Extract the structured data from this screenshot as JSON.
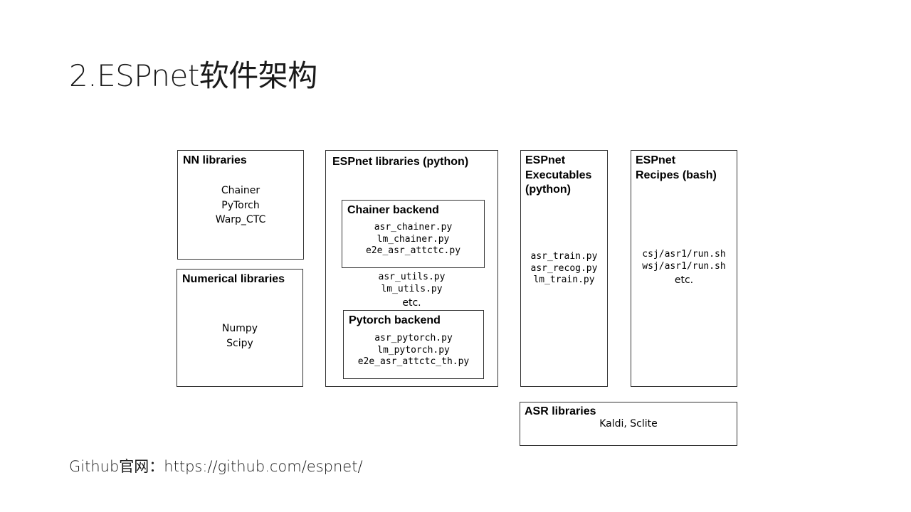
{
  "title": "2.ESPnet软件架构",
  "diagram": {
    "nn_libraries": {
      "title": "NN libraries",
      "items": [
        "Chainer",
        "PyTorch",
        "Warp_CTC"
      ]
    },
    "numerical_libraries": {
      "title": "Numerical libraries",
      "items": [
        "Numpy",
        "Scipy"
      ]
    },
    "espnet_libraries": {
      "title": "ESPnet libraries (python)",
      "chainer_backend": {
        "title": "Chainer backend",
        "items": [
          "asr_chainer.py",
          "lm_chainer.py",
          "e2e_asr_attctc.py"
        ]
      },
      "shared_items": [
        "asr_utils.py",
        "lm_utils.py"
      ],
      "shared_etc": "etc.",
      "pytorch_backend": {
        "title": "Pytorch backend",
        "items": [
          "asr_pytorch.py",
          "lm_pytorch.py",
          "e2e_asr_attctc_th.py"
        ]
      }
    },
    "espnet_executables": {
      "title": "ESPnet\nExecutables\n(python)",
      "items": [
        "asr_train.py",
        "asr_recog.py",
        "lm_train.py"
      ]
    },
    "espnet_recipes": {
      "title": "ESPnet\nRecipes (bash)",
      "items": [
        "csj/asr1/run.sh",
        "wsj/asr1/run.sh"
      ],
      "etc": "etc."
    },
    "asr_libraries": {
      "title": "ASR libraries",
      "items": [
        "Kaldi, Sclite"
      ]
    }
  },
  "footer": {
    "label": "Github官网：",
    "url": "https://github.com/espnet/"
  }
}
